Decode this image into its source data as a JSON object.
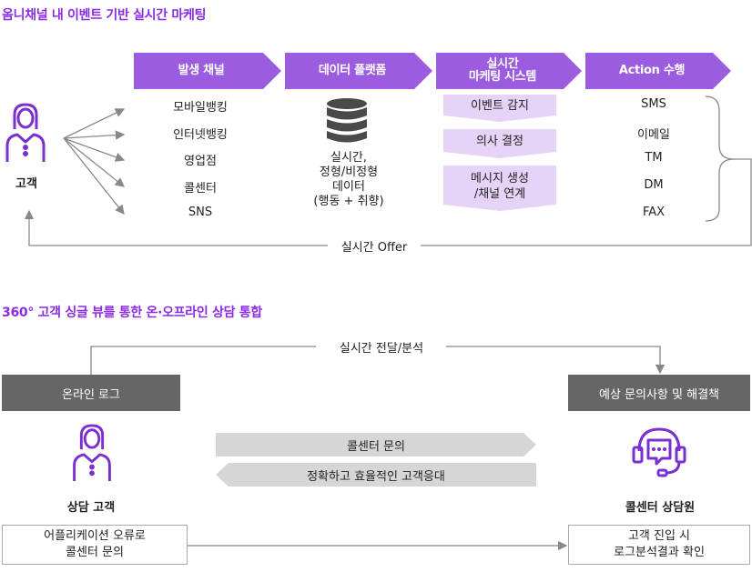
{
  "section1": {
    "title": "옴니채널 내 이벤트 기반 실시간 마케팅",
    "customer_label": "고객",
    "headers": [
      "발생 채널",
      "데이터 플랫폼",
      "실시간\n마케팅 시스템",
      "Action 수행"
    ],
    "channels": [
      "모바일뱅킹",
      "인터넷뱅킹",
      "영업점",
      "콜센터",
      "SNS"
    ],
    "platform_text": [
      "실시간,",
      "정형/비정형",
      "데이터",
      "(행동 + 취향)"
    ],
    "steps": [
      {
        "lines": [
          "이벤트 감지"
        ]
      },
      {
        "lines": [
          "의사 결정"
        ]
      },
      {
        "lines": [
          "메시지 생성",
          "/채널 연계"
        ]
      }
    ],
    "actions": [
      "SMS",
      "이메일",
      "TM",
      "DM",
      "FAX"
    ],
    "feedback_label": "실시간 Offer"
  },
  "section2": {
    "title": "360° 고객 싱글 뷰를 통한 온·오프라인 상담 통합",
    "top_flow_label": "실시간 전달/분석",
    "left_header": "온라인 로그",
    "right_header": "예상 문의사항 및 해결책",
    "left_person_label": "상담 고객",
    "right_person_label": "콜센터 상담원",
    "arrow_right_label": "콜센터 문의",
    "arrow_left_label": "정확하고 효율적인 고객응대",
    "left_box": [
      "어플리케이션 오류로",
      "콜센터 문의"
    ],
    "right_box": [
      "고객 진입 시",
      "로그분석결과 확인"
    ]
  },
  "colors": {
    "purple": "#9c5ce0",
    "purple_light": "#e6d3f8",
    "title_purple": "#8a2be2",
    "icon_purple": "#7b2fd1",
    "dark_gray": "#666666",
    "light_gray": "#d6d6d6"
  },
  "icons": [
    "person-icon",
    "database-icon",
    "headset-agent-icon"
  ]
}
